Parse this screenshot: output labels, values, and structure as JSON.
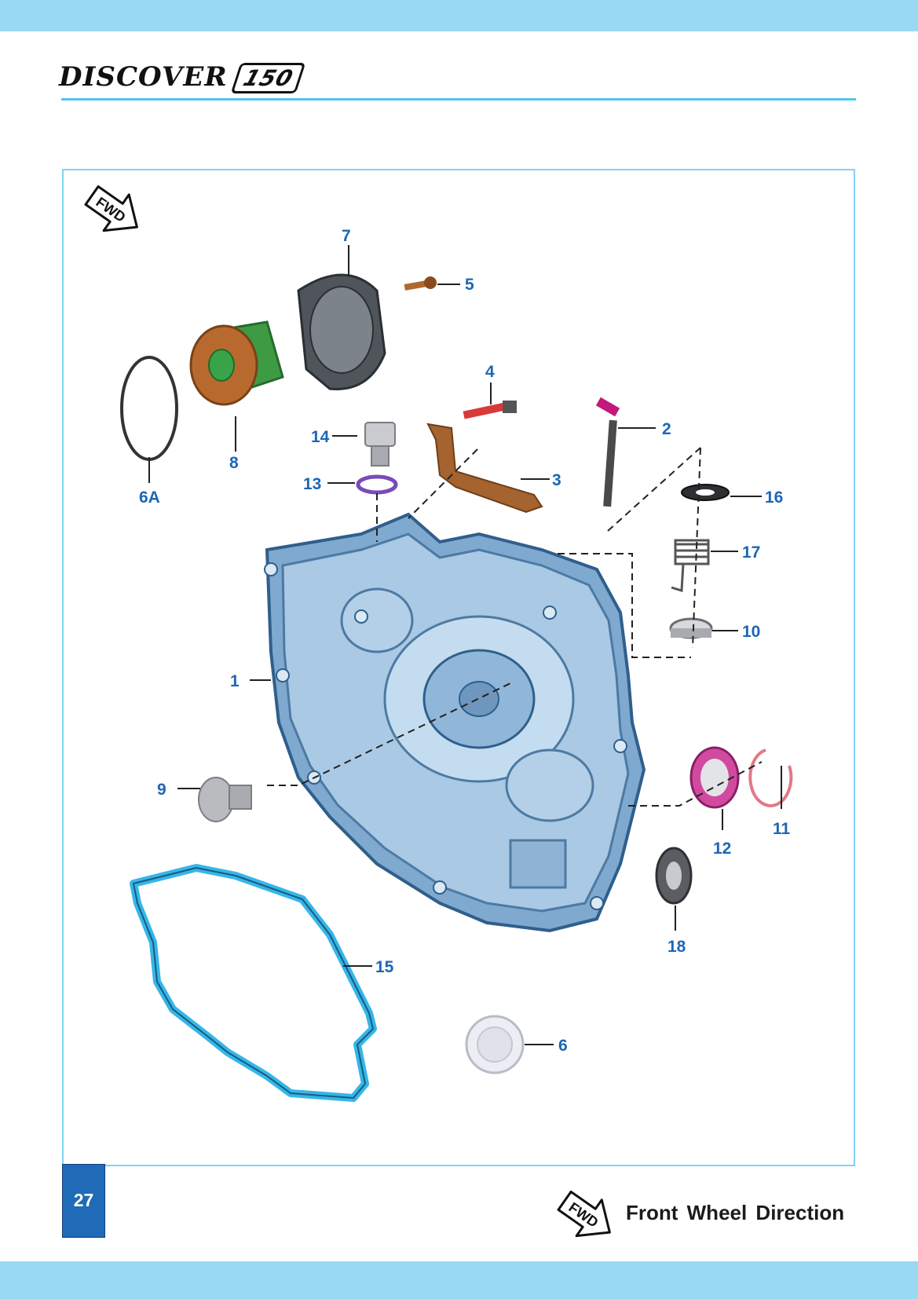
{
  "header": {
    "logo_text": "DISCOVER",
    "logo_number": "150"
  },
  "diagram": {
    "fwd_badge_text": "FWD",
    "callouts": [
      {
        "id": "c1",
        "label": "1"
      },
      {
        "id": "c2",
        "label": "2"
      },
      {
        "id": "c3",
        "label": "3"
      },
      {
        "id": "c4",
        "label": "4"
      },
      {
        "id": "c5",
        "label": "5"
      },
      {
        "id": "c6",
        "label": "6"
      },
      {
        "id": "c6a",
        "label": "6A"
      },
      {
        "id": "c7",
        "label": "7"
      },
      {
        "id": "c8",
        "label": "8"
      },
      {
        "id": "c9",
        "label": "9"
      },
      {
        "id": "c10",
        "label": "10"
      },
      {
        "id": "c11",
        "label": "11"
      },
      {
        "id": "c12",
        "label": "12"
      },
      {
        "id": "c13",
        "label": "13"
      },
      {
        "id": "c14",
        "label": "14"
      },
      {
        "id": "c15",
        "label": "15"
      },
      {
        "id": "c16",
        "label": "16"
      },
      {
        "id": "c17",
        "label": "17"
      },
      {
        "id": "c18",
        "label": "18"
      }
    ]
  },
  "footer": {
    "page_number": "27",
    "legend_badge_text": "FWD",
    "legend_text": "Front Wheel Direction"
  },
  "colors": {
    "band": "#9ad9f4",
    "rule": "#4ec6ec",
    "callout": "#1c66b5",
    "crankcase": "#7fa9cf",
    "gasket": "#35b6e8",
    "page_box": "#1f6bb7"
  }
}
